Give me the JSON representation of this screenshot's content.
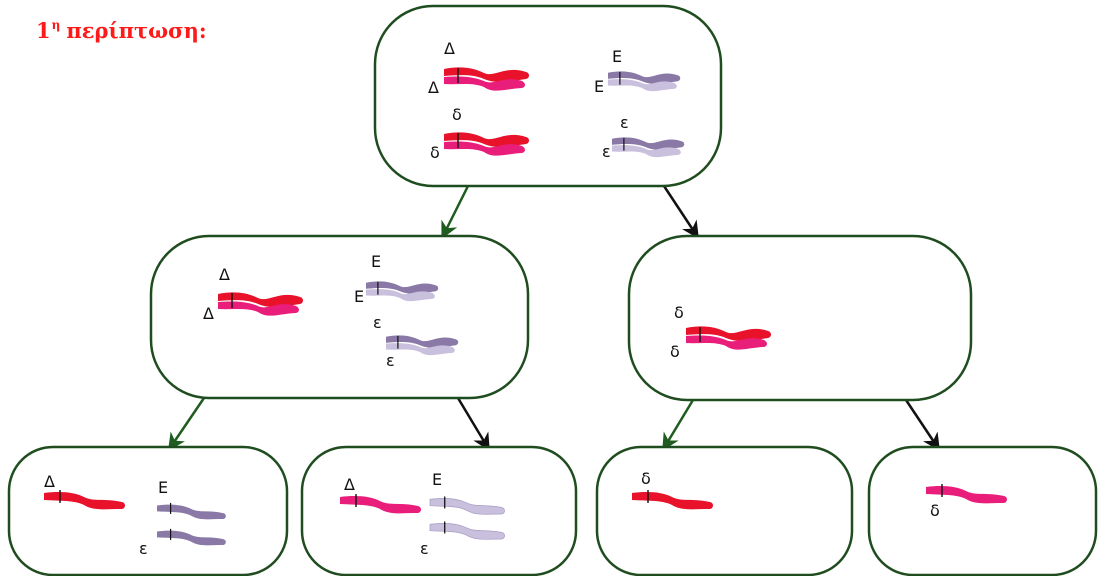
{
  "heading": {
    "number": "1",
    "superscript": "η",
    "text": "περίπτωση:"
  },
  "colors": {
    "cell_border": "#1f4d1f",
    "arrow_green": "#1f5c1f",
    "arrow_black": "#111111",
    "red": "#e8122a",
    "pink": "#e91e7a",
    "purple": "#8a79a6",
    "lavender": "#c9c0dd",
    "heading": "#ff1a1a"
  },
  "cells": {
    "parent": {
      "name": "parent-cell",
      "labels": {
        "d_upper_1": "Δ",
        "d_upper_2": "Δ",
        "d_lower_1": "δ",
        "d_lower_2": "δ",
        "e_upper_1": "Ε",
        "e_upper_2": "Ε",
        "e_lower_1": "ε",
        "e_lower_2": "ε"
      }
    },
    "left_meiosis1": {
      "name": "meiosis1-left-cell",
      "labels": {
        "d_upper_1": "Δ",
        "d_upper_2": "Δ",
        "e_upper_1": "Ε",
        "e_upper_2": "Ε",
        "e_lower_1": "ε",
        "e_lower_2": "ε"
      }
    },
    "right_meiosis1": {
      "name": "meiosis1-right-cell",
      "labels": {
        "d_lower_1": "δ",
        "d_lower_2": "δ"
      }
    },
    "gamete1": {
      "name": "gamete-1",
      "labels": {
        "d": "Δ",
        "e_top": "Ε",
        "e_bottom": "ε"
      }
    },
    "gamete2": {
      "name": "gamete-2",
      "labels": {
        "d": "Δ",
        "e_top": "Ε",
        "e_bottom": "ε"
      }
    },
    "gamete3": {
      "name": "gamete-3",
      "labels": {
        "d": "δ"
      }
    },
    "gamete4": {
      "name": "gamete-4",
      "labels": {
        "d": "δ"
      }
    }
  }
}
